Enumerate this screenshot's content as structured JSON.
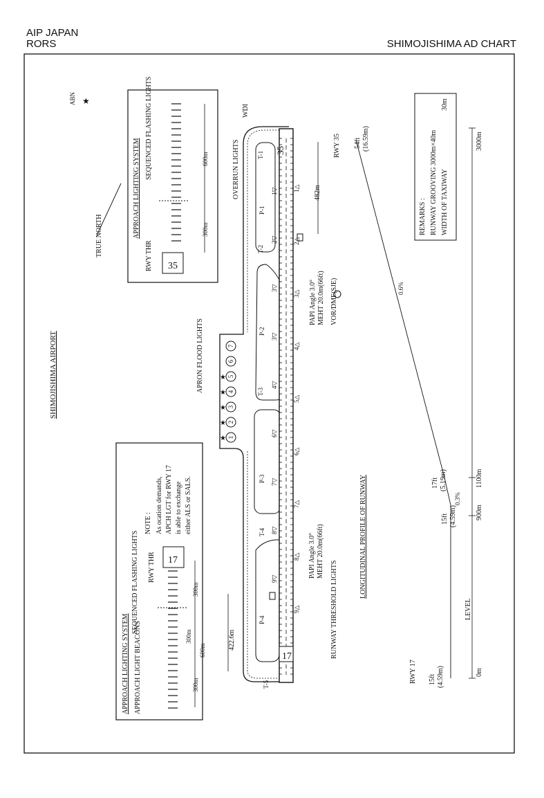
{
  "header": {
    "publication": "AIP JAPAN",
    "aerodrome_code": "RORS",
    "chart_title": "SHIMOJISHIMA AD CHART"
  },
  "airport_name": "SHIMOJISHIMA AIRPORT",
  "true_north": "TRUE NORTH",
  "abn": "ABN",
  "wdi": "WDI",
  "runway": {
    "rwy35_designator": "35",
    "rwy17_designator": "17",
    "rwy35_label": "RWY 35",
    "rwy17_label": "RWY 17",
    "distance_482": "482m",
    "distance_422": "422.6m",
    "overrun_lights": "OVERRUN LIGHTS",
    "threshold_lights": "RUNWAY THRESHOLD LIGHTS",
    "apron_flood_lights": "APRON FLOOD LIGHTS",
    "vor": "VOR/DME(SJE)",
    "papi_north": {
      "angle": "PAPI Angle 3.0°",
      "meht": "MEHT 20.0m(66ft)"
    },
    "papi_south": {
      "angle": "PAPI Angle 3.0°",
      "meht": "MEHT 20.0m(66ft)"
    },
    "taxiways": [
      "T-1",
      "T-2",
      "T-3",
      "T-4",
      "T-5"
    ],
    "parallel_taxiways": [
      "P-1",
      "P-2",
      "P-3",
      "P-4"
    ],
    "apron_stands": [
      "1",
      "2",
      "3",
      "4",
      "5",
      "6",
      "7"
    ],
    "distance_markers": [
      "1",
      "2",
      "3",
      "4",
      "5",
      "6",
      "7",
      "8",
      "9"
    ],
    "mid_markers": [
      "1",
      "2",
      "3",
      "3",
      "4",
      "6",
      "7",
      "8",
      "9"
    ]
  },
  "als_north": {
    "title": "APPROACH LIGHTING SYSTEM",
    "seq": "SEQUENCED FLASHING LIGHTS",
    "thr": "RWY THR",
    "thr_number": "35",
    "d600": "600m",
    "d300": "300m"
  },
  "als_south": {
    "title": "APPROACH LIGHTING SYSTEM",
    "beacons": "APPROACH LIGHT BEACONS",
    "seq": "SEQUENCED FLASHING LIGHTS",
    "thr": "RWY THR",
    "thr_number": "17",
    "d300a": "300m",
    "d300b": "300m",
    "d300c": "300m",
    "d600": "600m"
  },
  "note": {
    "title": "NOTE :",
    "lines": [
      "As ocation demands,",
      "APCH LGT for RWY 17",
      "is able to exchange",
      "either ALS or SALS."
    ]
  },
  "remarks": {
    "title": "REMARKS :",
    "line1": "RUNWAY GROOVING 3000m×40m",
    "line2": "WIDTH OF TAXIWAY",
    "line2_value": "30m"
  },
  "profile": {
    "title": "LONGITUDINAL PROFILE OF RUNWAY",
    "level": "LEVEL",
    "rwy17": "RWY 17",
    "rwy35": "RWY 35",
    "elev_start": "15ft",
    "elev_start_m": "(4.59m)",
    "elev_900": "15ft",
    "elev_900_m": "(4.59m)",
    "elev_1100": "17ft",
    "elev_1100_m": "(5.19m)",
    "elev_end": "54ft",
    "elev_end_m": "(16.59m)",
    "slope_1": "0.3%",
    "slope_2": "0.6%",
    "ticks": [
      "0m",
      "900m",
      "1100m",
      "3000m"
    ]
  }
}
